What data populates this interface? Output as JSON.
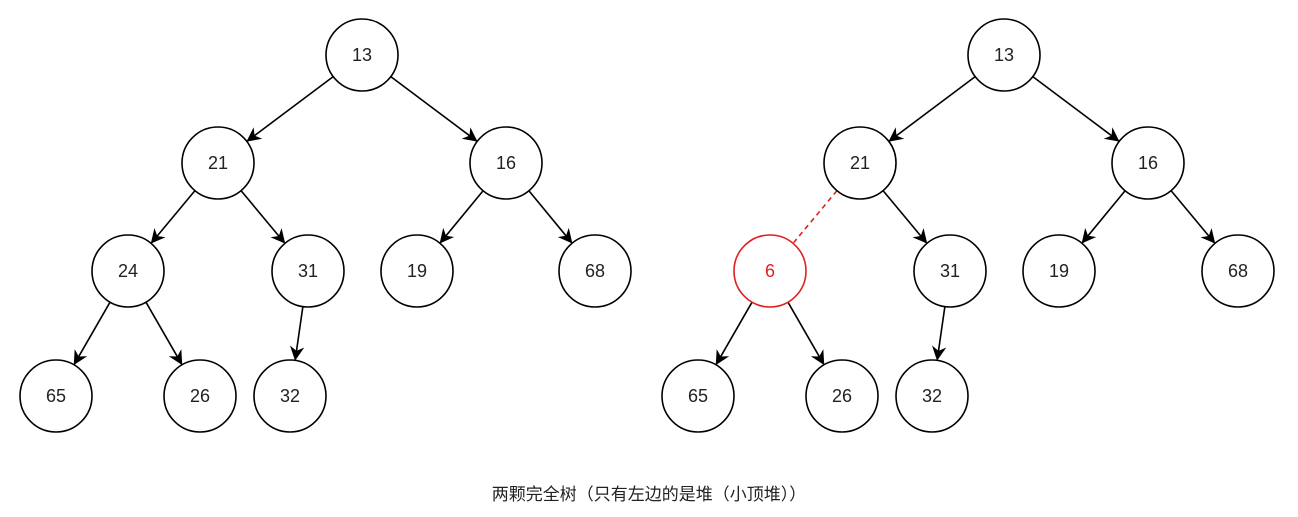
{
  "caption": "两颗完全树（只有左边的是堆（小顶堆））",
  "colors": {
    "node_stroke": "#000000",
    "highlight": "#e02020",
    "background": "#ffffff"
  },
  "trees": [
    {
      "id": "left-tree",
      "nodes": [
        {
          "id": "n0",
          "label": "13",
          "highlight": false
        },
        {
          "id": "n1",
          "label": "21",
          "highlight": false
        },
        {
          "id": "n2",
          "label": "16",
          "highlight": false
        },
        {
          "id": "n3",
          "label": "24",
          "highlight": false
        },
        {
          "id": "n4",
          "label": "31",
          "highlight": false
        },
        {
          "id": "n5",
          "label": "19",
          "highlight": false
        },
        {
          "id": "n6",
          "label": "68",
          "highlight": false
        },
        {
          "id": "n7",
          "label": "65",
          "highlight": false
        },
        {
          "id": "n8",
          "label": "26",
          "highlight": false
        },
        {
          "id": "n9",
          "label": "32",
          "highlight": false
        }
      ],
      "edges": [
        {
          "from": "n0",
          "to": "n1",
          "style": "solid"
        },
        {
          "from": "n0",
          "to": "n2",
          "style": "solid"
        },
        {
          "from": "n1",
          "to": "n3",
          "style": "solid"
        },
        {
          "from": "n1",
          "to": "n4",
          "style": "solid"
        },
        {
          "from": "n2",
          "to": "n5",
          "style": "solid"
        },
        {
          "from": "n2",
          "to": "n6",
          "style": "solid"
        },
        {
          "from": "n3",
          "to": "n7",
          "style": "solid"
        },
        {
          "from": "n3",
          "to": "n8",
          "style": "solid"
        },
        {
          "from": "n4",
          "to": "n9",
          "style": "solid"
        }
      ]
    },
    {
      "id": "right-tree",
      "nodes": [
        {
          "id": "n0",
          "label": "13",
          "highlight": false
        },
        {
          "id": "n1",
          "label": "21",
          "highlight": false
        },
        {
          "id": "n2",
          "label": "16",
          "highlight": false
        },
        {
          "id": "n3",
          "label": "6",
          "highlight": true
        },
        {
          "id": "n4",
          "label": "31",
          "highlight": false
        },
        {
          "id": "n5",
          "label": "19",
          "highlight": false
        },
        {
          "id": "n6",
          "label": "68",
          "highlight": false
        },
        {
          "id": "n7",
          "label": "65",
          "highlight": false
        },
        {
          "id": "n8",
          "label": "26",
          "highlight": false
        },
        {
          "id": "n9",
          "label": "32",
          "highlight": false
        }
      ],
      "edges": [
        {
          "from": "n0",
          "to": "n1",
          "style": "solid"
        },
        {
          "from": "n0",
          "to": "n2",
          "style": "solid"
        },
        {
          "from": "n1",
          "to": "n3",
          "style": "dashed"
        },
        {
          "from": "n1",
          "to": "n4",
          "style": "solid"
        },
        {
          "from": "n2",
          "to": "n5",
          "style": "solid"
        },
        {
          "from": "n2",
          "to": "n6",
          "style": "solid"
        },
        {
          "from": "n3",
          "to": "n7",
          "style": "solid"
        },
        {
          "from": "n3",
          "to": "n8",
          "style": "solid"
        },
        {
          "from": "n4",
          "to": "n9",
          "style": "solid"
        }
      ]
    }
  ]
}
